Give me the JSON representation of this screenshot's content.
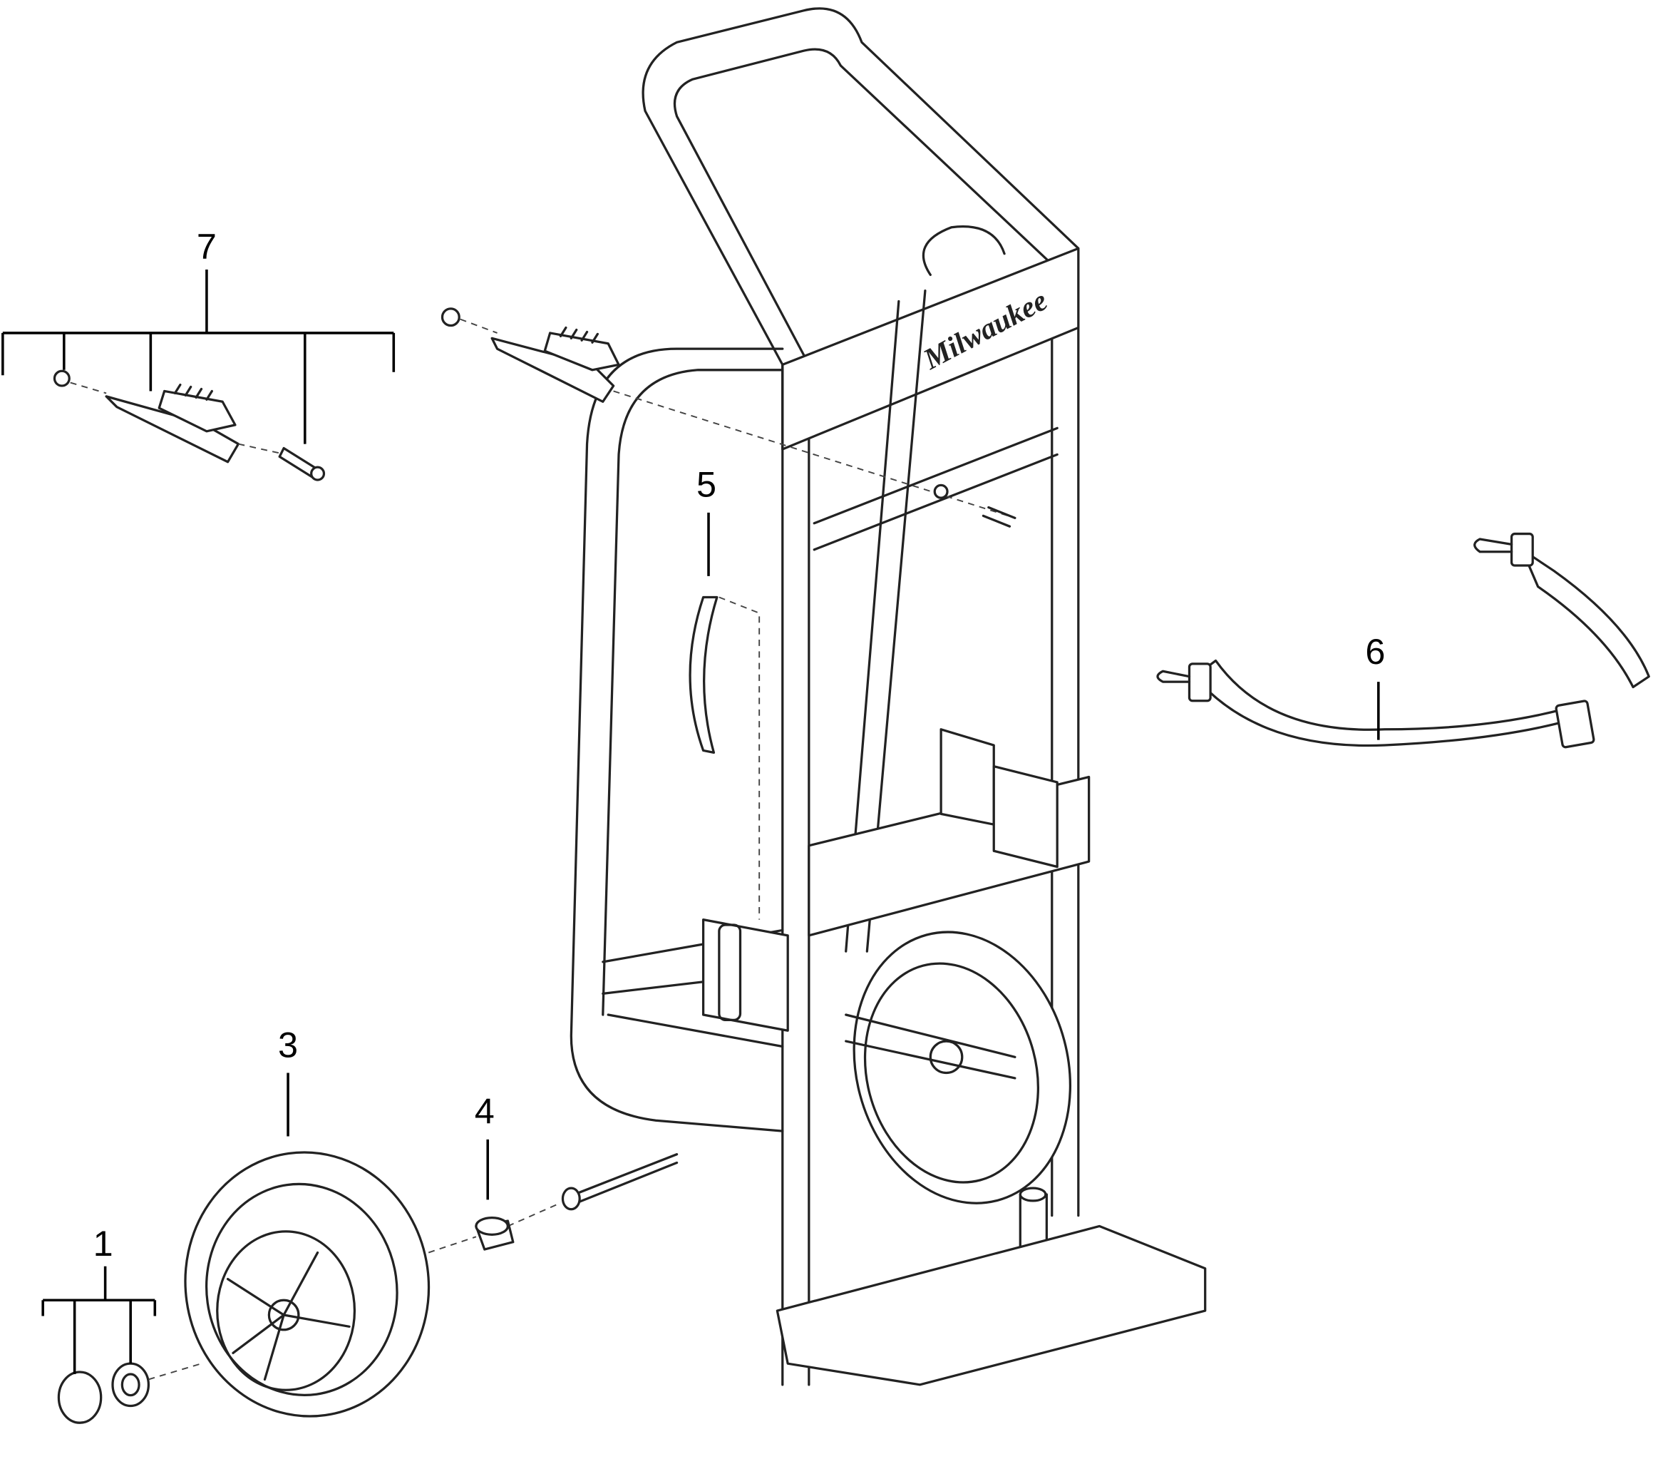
{
  "diagram": {
    "type": "exploded parts diagram",
    "brand_logo": "Milwaukee",
    "callouts": [
      {
        "id": "1",
        "label": "1"
      },
      {
        "id": "3",
        "label": "3"
      },
      {
        "id": "4",
        "label": "4"
      },
      {
        "id": "5",
        "label": "5"
      },
      {
        "id": "6",
        "label": "6"
      },
      {
        "id": "7",
        "label": "7"
      }
    ]
  }
}
